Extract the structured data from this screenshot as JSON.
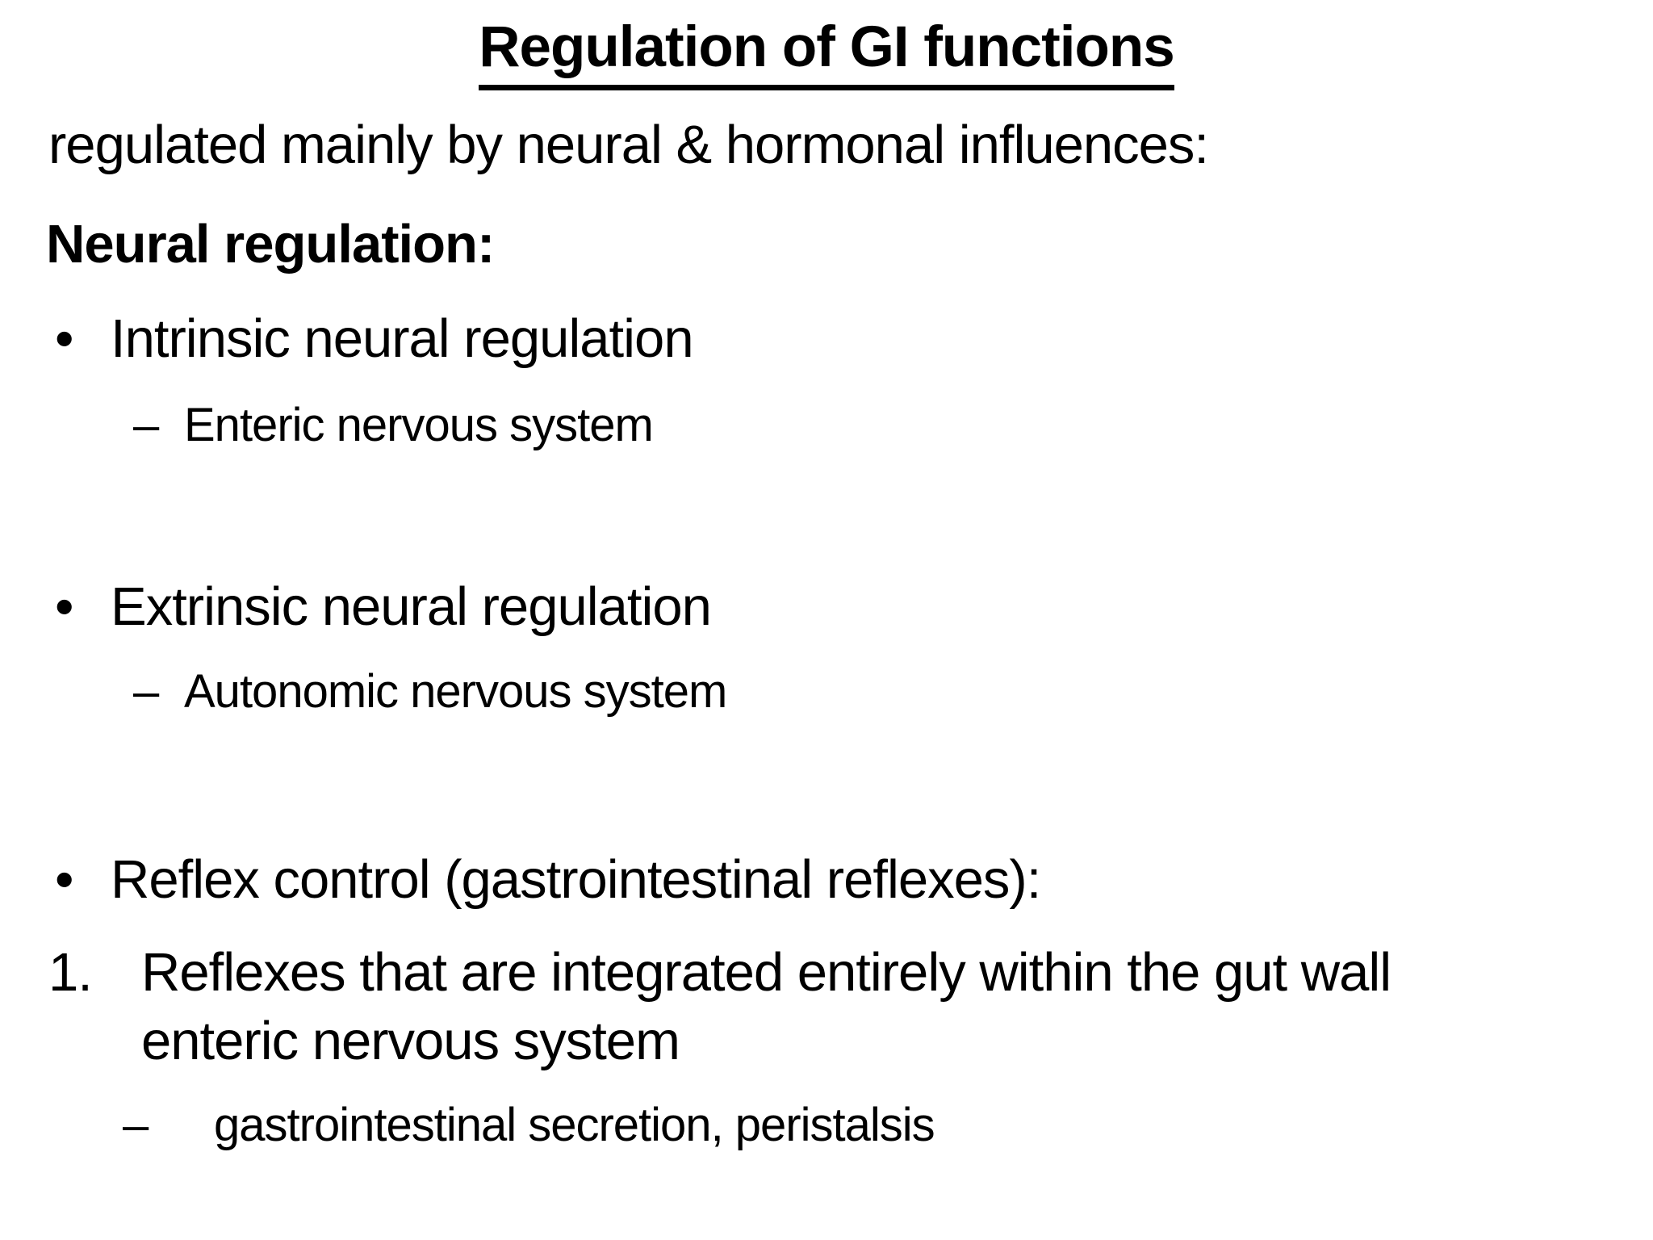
{
  "colors": {
    "background": "#ffffff",
    "text": "#000000"
  },
  "content": {
    "title": "Regulation of GI functions",
    "intro_line": "regulated mainly by neural & hormonal influences:",
    "section_heading": "Neural regulation:"
  },
  "list": {
    "items": [
      {
        "level": 1,
        "marker": "•",
        "text": "Intrinsic neural regulation"
      },
      {
        "level": 2,
        "marker": "–",
        "text": "Enteric nervous system"
      },
      {
        "level": 1,
        "marker": "•",
        "text": "Extrinsic neural regulation"
      },
      {
        "level": 2,
        "marker": "–",
        "text": "Autonomic nervous system"
      },
      {
        "level": 1,
        "marker": "•",
        "text": "Reflex control (gastrointestinal reflexes):"
      },
      {
        "level": 1,
        "marker": "1.",
        "text": "Reflexes that are integrated entirely within the gut wall",
        "text_line2": "enteric nervous system"
      },
      {
        "level": 2,
        "marker": "–",
        "text": "gastrointestinal secretion, peristalsis"
      }
    ]
  }
}
